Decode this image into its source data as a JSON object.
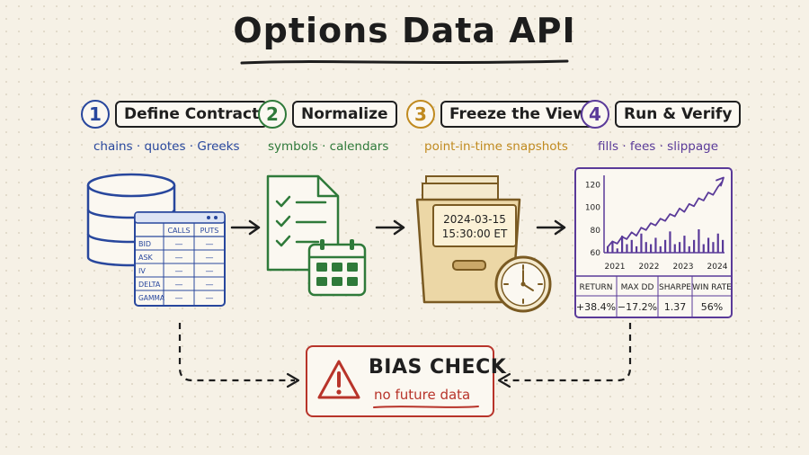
{
  "title": "Options Data API",
  "steps": [
    {
      "number": "1",
      "label": "Define Contract",
      "sub": "chains · quotes · Greeks",
      "color": "#28479d"
    },
    {
      "number": "2",
      "label": "Normalize",
      "sub": "symbols · calendars",
      "color": "#2f7a3a"
    },
    {
      "number": "3",
      "label": "Freeze the View",
      "sub": "point-in-time snapshots",
      "color": "#c08a1f"
    },
    {
      "number": "4",
      "label": "Run & Verify",
      "sub": "fills · fees · slippage",
      "color": "#5a3a99"
    }
  ],
  "options_table": {
    "columns": [
      "CALLS",
      "PUTS"
    ],
    "rows": [
      "BID",
      "ASK",
      "IV",
      "DELTA",
      "GAMMA"
    ],
    "cell": "—"
  },
  "snapshot": {
    "date": "2024-03-15",
    "time": "15:30:00 ET"
  },
  "chart_data": {
    "type": "line",
    "x_ticks": [
      "2021",
      "2022",
      "2023",
      "2024"
    ],
    "y_ticks": [
      "60",
      "80",
      "100",
      "120"
    ],
    "ylim": [
      60,
      125
    ],
    "series": [
      {
        "values": [
          65,
          70,
          68,
          74,
          72,
          78,
          75,
          82,
          80,
          86,
          84,
          90,
          88,
          94,
          92,
          99,
          96,
          103,
          101,
          108,
          106,
          113,
          111,
          118,
          123
        ]
      }
    ],
    "volume": [
      3,
      5,
      2,
      8,
      4,
      6,
      3,
      9,
      5,
      4,
      7,
      3,
      6,
      10,
      4,
      5,
      8,
      3,
      6,
      11,
      4,
      7,
      5,
      9,
      6
    ]
  },
  "metrics": {
    "headers": [
      "RETURN",
      "MAX DD",
      "SHARPE",
      "WIN RATE"
    ],
    "values": [
      "+38.4%",
      "−17.2%",
      "1.37",
      "56%"
    ]
  },
  "bias_check": {
    "title": "BIAS CHECK",
    "subtitle": "no future data",
    "color": "#b8342a"
  }
}
